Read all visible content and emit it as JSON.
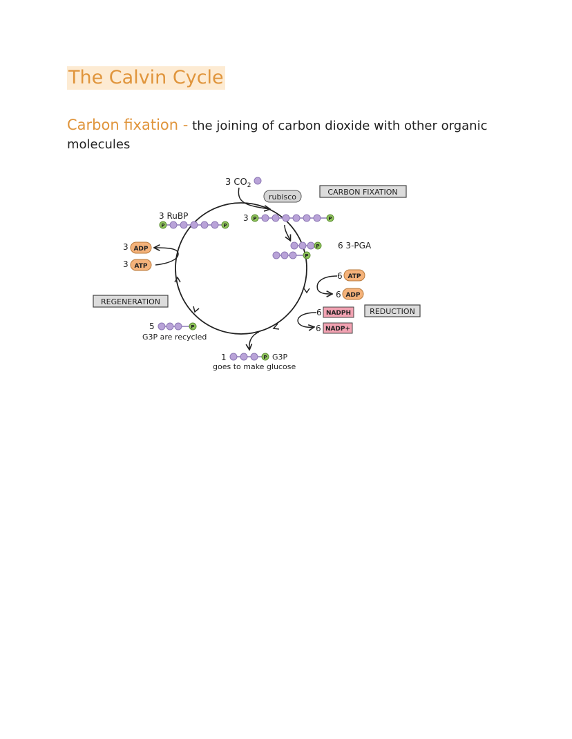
{
  "page": {
    "title": "The Calvin Cycle",
    "definition_term": "Carbon fixation -",
    "definition_text": " the joining of carbon dioxide with other organic molecules"
  },
  "diagram": {
    "co2": "3 CO",
    "co2_sub": "2",
    "enzyme": "rubisco",
    "stage_fixation": "CARBON FIXATION",
    "stage_reduction": "REDUCTION",
    "stage_regeneration": "REGENERATION",
    "rubp_count": "3",
    "rubp_label": "RuBP",
    "six_carbon_count": "3",
    "pga_label": "6 3-PGA",
    "phosphate": "P",
    "atp_in_count": "6",
    "atp": "ATP",
    "adp_out_count": "6",
    "adp": "ADP",
    "nadph_count": "6",
    "nadph": "NADPH",
    "nadp_count": "6",
    "nadp": "NADP+",
    "regen_adp_count": "3",
    "regen_atp_count": "3",
    "g3p_recycled_count": "5",
    "g3p_recycled_label": "G3P are recycled",
    "g3p_out_count": "1",
    "g3p_out_label": "G3P",
    "glucose_label": "goes to make glucose"
  },
  "colors": {
    "title_orange": "#e0953c",
    "title_highlight": "#fdebd3",
    "carbon_purple": "#b9a3d8",
    "phosphate_green": "#8fc35c",
    "atp_orange": "#f4b27a",
    "nadph_pink": "#f2a2b2",
    "stage_box_gray": "#dcdcdc",
    "rubisco_gray": "#d6d6d6"
  }
}
